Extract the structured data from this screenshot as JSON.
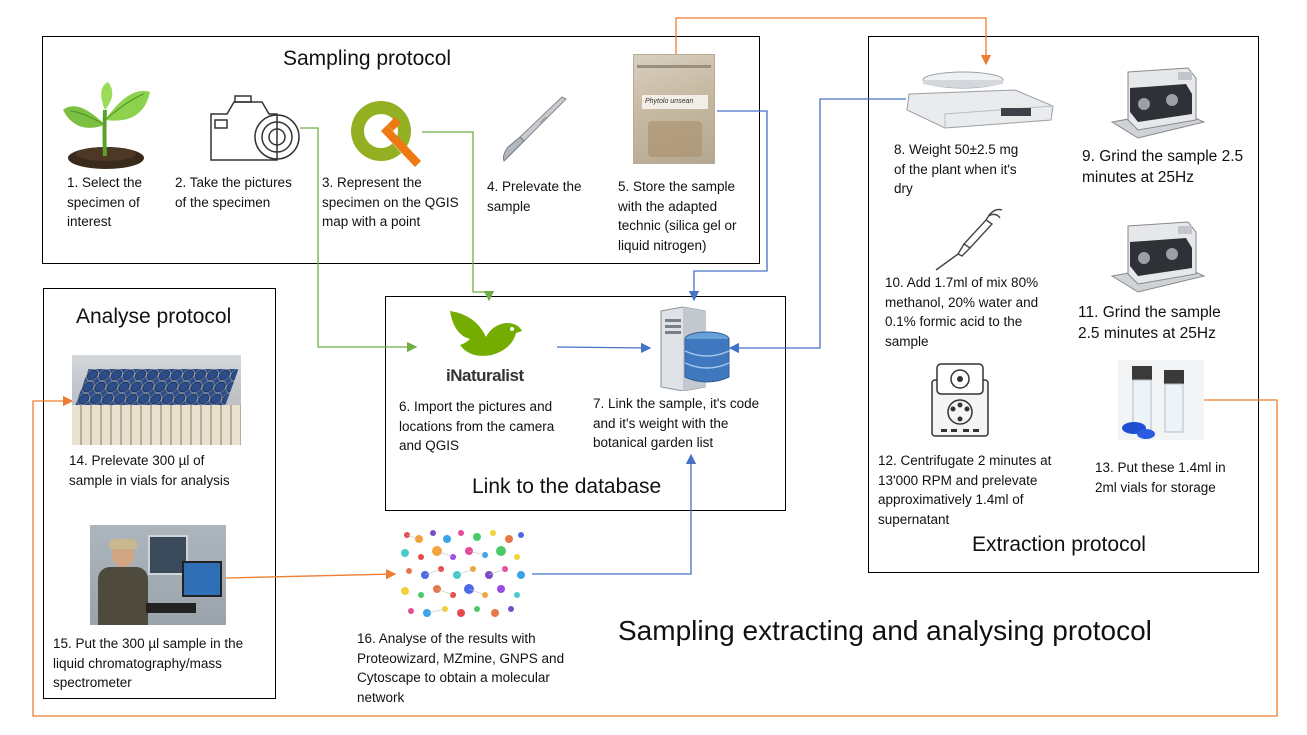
{
  "main_title": "Sampling extracting and analysing protocol",
  "sampling": {
    "heading": "Sampling protocol",
    "steps": [
      "1. Select the\nspecimen of\ninterest",
      "2. Take the pictures\nof the specimen",
      "3. Represent the\nspecimen on the QGIS\nmap with a point",
      "4. Prelevate the\nsample",
      "5. Store the sample\nwith the adapted\ntechnic (silica gel or\nliquid nitrogen)"
    ],
    "bag_label": "Phytolo unsean"
  },
  "database": {
    "heading": "Link to the database",
    "inaturalist_logo": "iNaturalist",
    "steps": [
      "6. Import the pictures and\nlocations from the camera\nand QGIS",
      "7. Link the sample, it's code\nand it's weight with the\nbotanical garden list"
    ]
  },
  "extraction": {
    "heading": "Extraction protocol",
    "steps": [
      "8. Weight 50±2.5 mg\nof the plant when it's\ndry",
      "9. Grind the sample 2.5\nminutes at 25Hz",
      "10. Add 1.7ml of mix 80%\nmethanol, 20% water and\n0.1% formic acid to the\nsample",
      "11. Grind the sample\n2.5 minutes at 25Hz",
      "12. Centrifugate 2 minutes at\n13'000 RPM and prelevate\napproximatively 1.4ml of\nsupernatant",
      "13. Put these 1.4ml in\n2ml vials for storage"
    ]
  },
  "analyse": {
    "heading": "Analyse protocol",
    "steps": [
      "14. Prelevate 300 µl of\nsample in vials for analysis",
      "15. Put the 300 µl sample in the\nliquid chromatography/mass\nspectrometer",
      "16. Analyse of the results with\nProteowizard, MZmine, GNPS and\nCytoscape to obtain a molecular\nnetwork"
    ]
  },
  "colors": {
    "green_arrow": "#70ad47",
    "blue_arrow": "#4472c4",
    "orange_arrow": "#ed7d31",
    "border": "#000000"
  }
}
